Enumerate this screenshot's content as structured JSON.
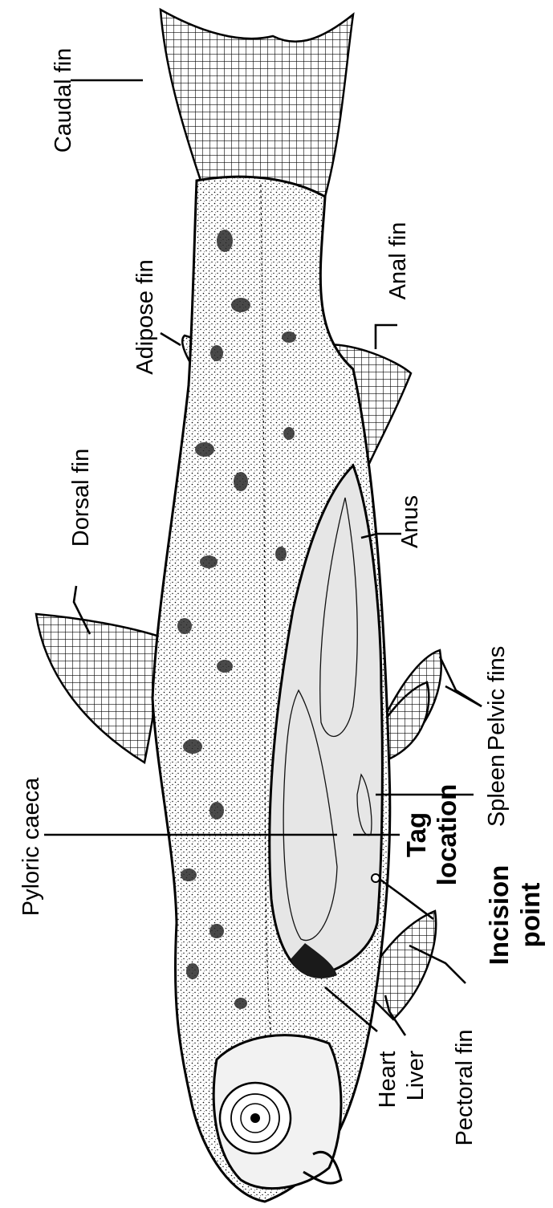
{
  "labels": {
    "caudal_fin": "Caudal fin",
    "anal_fin": "Anal fin",
    "adipose_fin": "Adipose fin",
    "dorsal_fin": "Dorsal fin",
    "anus": "Anus",
    "pelvic_fins": "Pelvic fins",
    "spleen": "Spleen",
    "pyloric_caeca": "Pyloric caeca",
    "tag_location_1": "Tag",
    "tag_location_2": "location",
    "incision_point_1": "Incision",
    "incision_point_2": "point",
    "heart": "Heart",
    "liver": "Liver",
    "pectoral_fin": "Pectoral fin"
  },
  "colors": {
    "ink": "#000000",
    "body_fill": "#d2d2d2",
    "fin_fill": "#eeeeee",
    "cavity_fill": "#e6e6e6",
    "spot": "#2a2a2a"
  }
}
